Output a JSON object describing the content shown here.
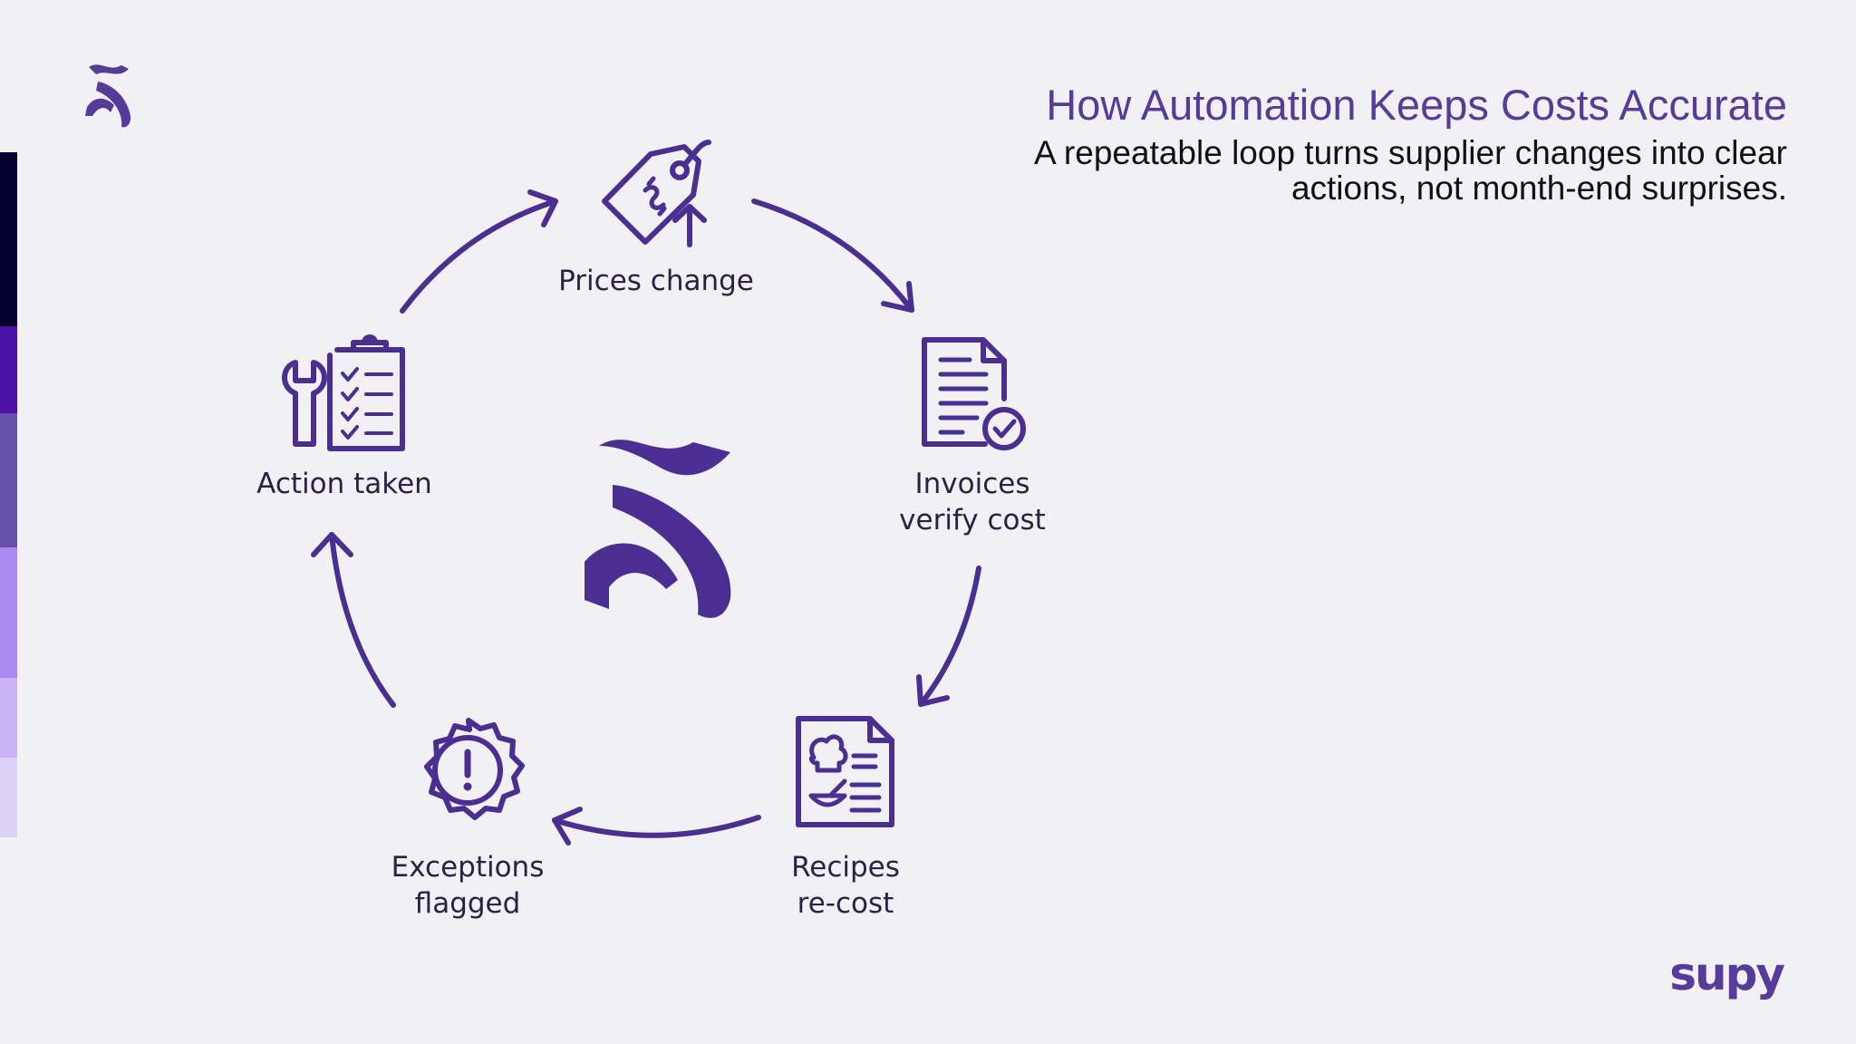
{
  "slide": {
    "title": "How Automation Keeps Costs Accurate",
    "subtitle": "A repeatable loop turns supplier changes into clear actions, not month-end surprises.",
    "brand": "supy"
  },
  "colors": {
    "accent": "#573b9a",
    "icon": "#4b2e91",
    "text": "#2a2145",
    "background": "#f1f0f4",
    "strip": [
      "#05002e",
      "#4c12a8",
      "#6652a8",
      "#a98af0",
      "#c9b5f6",
      "#ddd2f8"
    ]
  },
  "cycle": {
    "center_icon": "supy-mark-icon",
    "steps": [
      {
        "label": "Prices change",
        "icon": "price-tag-up-icon"
      },
      {
        "label": "Invoices\nverify cost",
        "icon": "invoice-check-icon"
      },
      {
        "label": "Recipes\nre-cost",
        "icon": "recipe-card-icon"
      },
      {
        "label": "Exceptions\nflagged",
        "icon": "alert-badge-icon"
      },
      {
        "label": "Action taken",
        "icon": "wrench-checklist-icon"
      }
    ]
  }
}
